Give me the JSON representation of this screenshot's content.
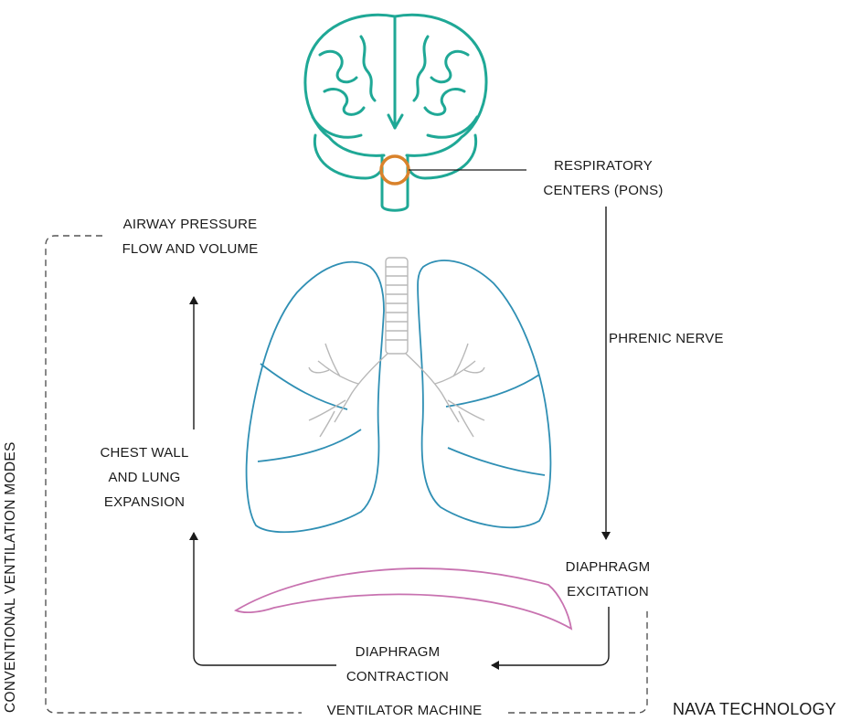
{
  "labels": {
    "respiratory_centers_line1": "RESPIRATORY",
    "respiratory_centers_line2": "CENTERS (PONS)",
    "airway_line1": "AIRWAY PRESSURE",
    "airway_line2": "FLOW AND VOLUME",
    "phrenic_nerve": "PHRENIC NERVE",
    "chest_line1": "CHEST WALL",
    "chest_line2": "AND LUNG",
    "chest_line3": "EXPANSION",
    "excitation_line1": "DIAPHRAGM",
    "excitation_line2": "EXCITATION",
    "contraction_line1": "DIAPHRAGM",
    "contraction_line2": "CONTRACTION",
    "ventilator_machine": "VENTILATOR MACHINE",
    "nava_technology": "NAVA TECHNOLOGY",
    "conventional_modes": "CONVENTIONAL VENTILATION MODES"
  },
  "colors": {
    "brain": "#1fa896",
    "pons_marker": "#d9822b",
    "lungs": "#2f8fb4",
    "bronchi": "#b8b8b8",
    "diaphragm": "#c872b0",
    "arrows": "#1a1a1a",
    "dashed": "#555555"
  }
}
